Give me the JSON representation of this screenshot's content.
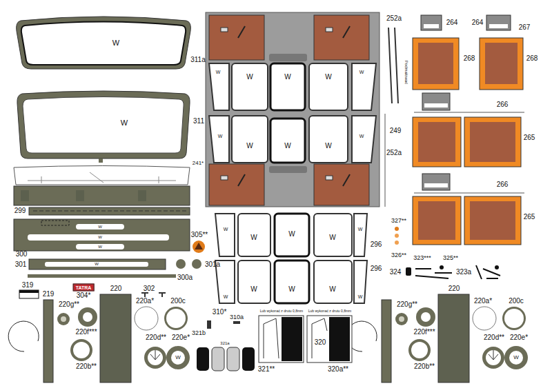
{
  "diagram": {
    "labels": [
      "W",
      "311a",
      "W",
      "311",
      "241*",
      "299",
      "W",
      "W",
      "W",
      "300",
      "301",
      "W",
      "301a",
      "300a",
      "305**",
      "TATRA",
      "304*",
      "319",
      "219",
      "220",
      "302",
      "220g**",
      "220a*",
      "200c",
      "220f***",
      "220b**",
      "220d**",
      "220e*",
      "W",
      "310*",
      "310a",
      "321b",
      "321a",
      "Lub wykonać z drutu 0,8mm",
      "Lub wykonać z drutu 0,8mm",
      "320",
      "321**",
      "320a**",
      "220g**",
      "220",
      "220a*",
      "200c",
      "220f***",
      "220b**",
      "220d**",
      "220e*",
      "W",
      "252a",
      "W",
      "W",
      "W",
      "W",
      "W",
      "W",
      "W",
      "W",
      "W",
      "W",
      "252a",
      "249",
      "Podmalować",
      "264",
      "264",
      "267",
      "268",
      "268",
      "266",
      "265",
      "266",
      "265",
      "W",
      "W",
      "W",
      "W",
      "W",
      "296",
      "W",
      "W",
      "W",
      "W",
      "W",
      "296",
      "327**",
      "326**",
      "323***",
      "325**",
      "324",
      "323a"
    ]
  }
}
